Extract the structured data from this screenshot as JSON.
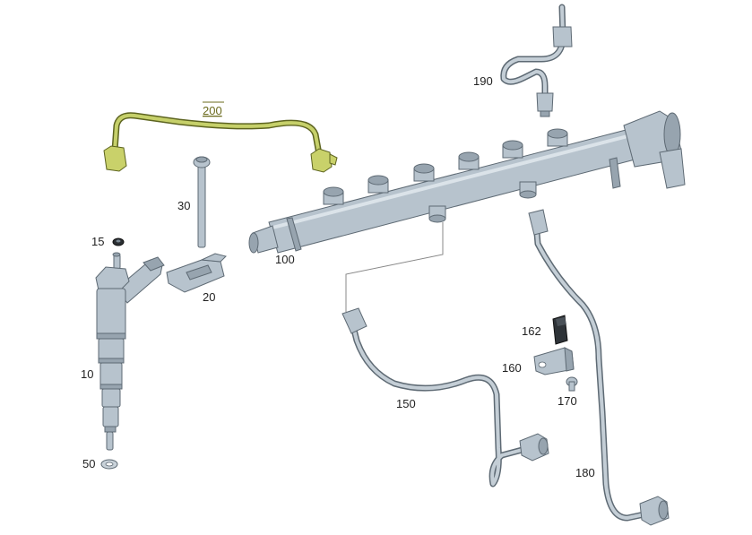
{
  "colors": {
    "steel": "#b7c3cd",
    "steel_dark": "#5e6a74",
    "highlight_pipe": "#c9d16a"
  },
  "labels": {
    "p10": "10",
    "p15": "15",
    "p20": "20",
    "p30": "30",
    "p50": "50",
    "p100": "100",
    "p150": "150",
    "p160": "160",
    "p162": "162",
    "p170": "170",
    "p180": "180",
    "p190": "190",
    "p200": "200"
  }
}
